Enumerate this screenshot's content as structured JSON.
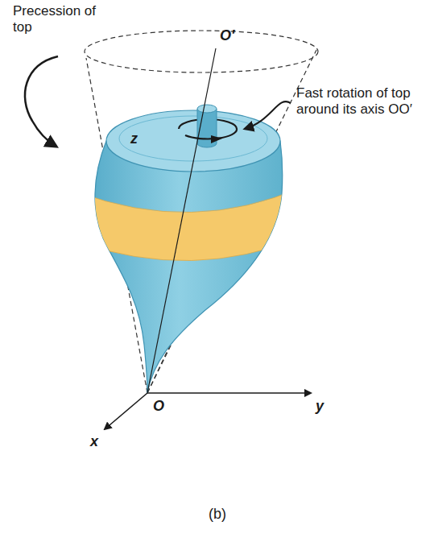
{
  "diagram": {
    "caption": "(b)",
    "labels": [
      "Precession of top",
      "z",
      "O′",
      "Fast rotation of top around its axis OO′",
      "O",
      "y",
      "x"
    ]
  }
}
